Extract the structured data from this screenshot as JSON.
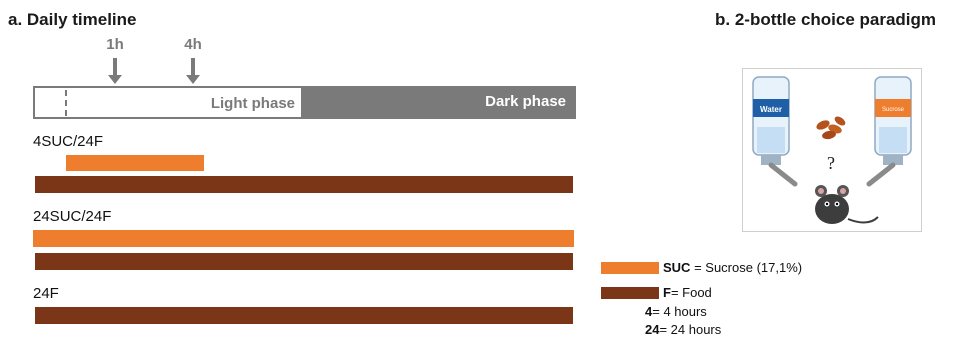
{
  "panel_a": {
    "title": "a. Daily timeline",
    "ticks": [
      {
        "label": "1h"
      },
      {
        "label": "4h"
      }
    ],
    "light_phase": "Light phase",
    "dark_phase": "Dark phase",
    "groups": [
      {
        "label": "4SUC/24F"
      },
      {
        "label": "24SUC/24F"
      },
      {
        "label": "24F"
      }
    ]
  },
  "panel_b": {
    "title": "b. 2-bottle choice paradigm",
    "bottle_left": "Water",
    "bottle_right": "Sucrose",
    "question": "?"
  },
  "legend": {
    "suc_abbr": "SUC",
    "suc_text": " = Sucrose (17,1%)",
    "f_abbr": "F",
    "f_text": "= Food",
    "n4_abbr": "4",
    "n4_text": "= 4 hours",
    "n24_abbr": "24",
    "n24_text": "= 24 hours"
  },
  "colors": {
    "sucrose": "#ee7d2e",
    "food": "#7b3618",
    "phase_grey": "#7a7a7a"
  }
}
